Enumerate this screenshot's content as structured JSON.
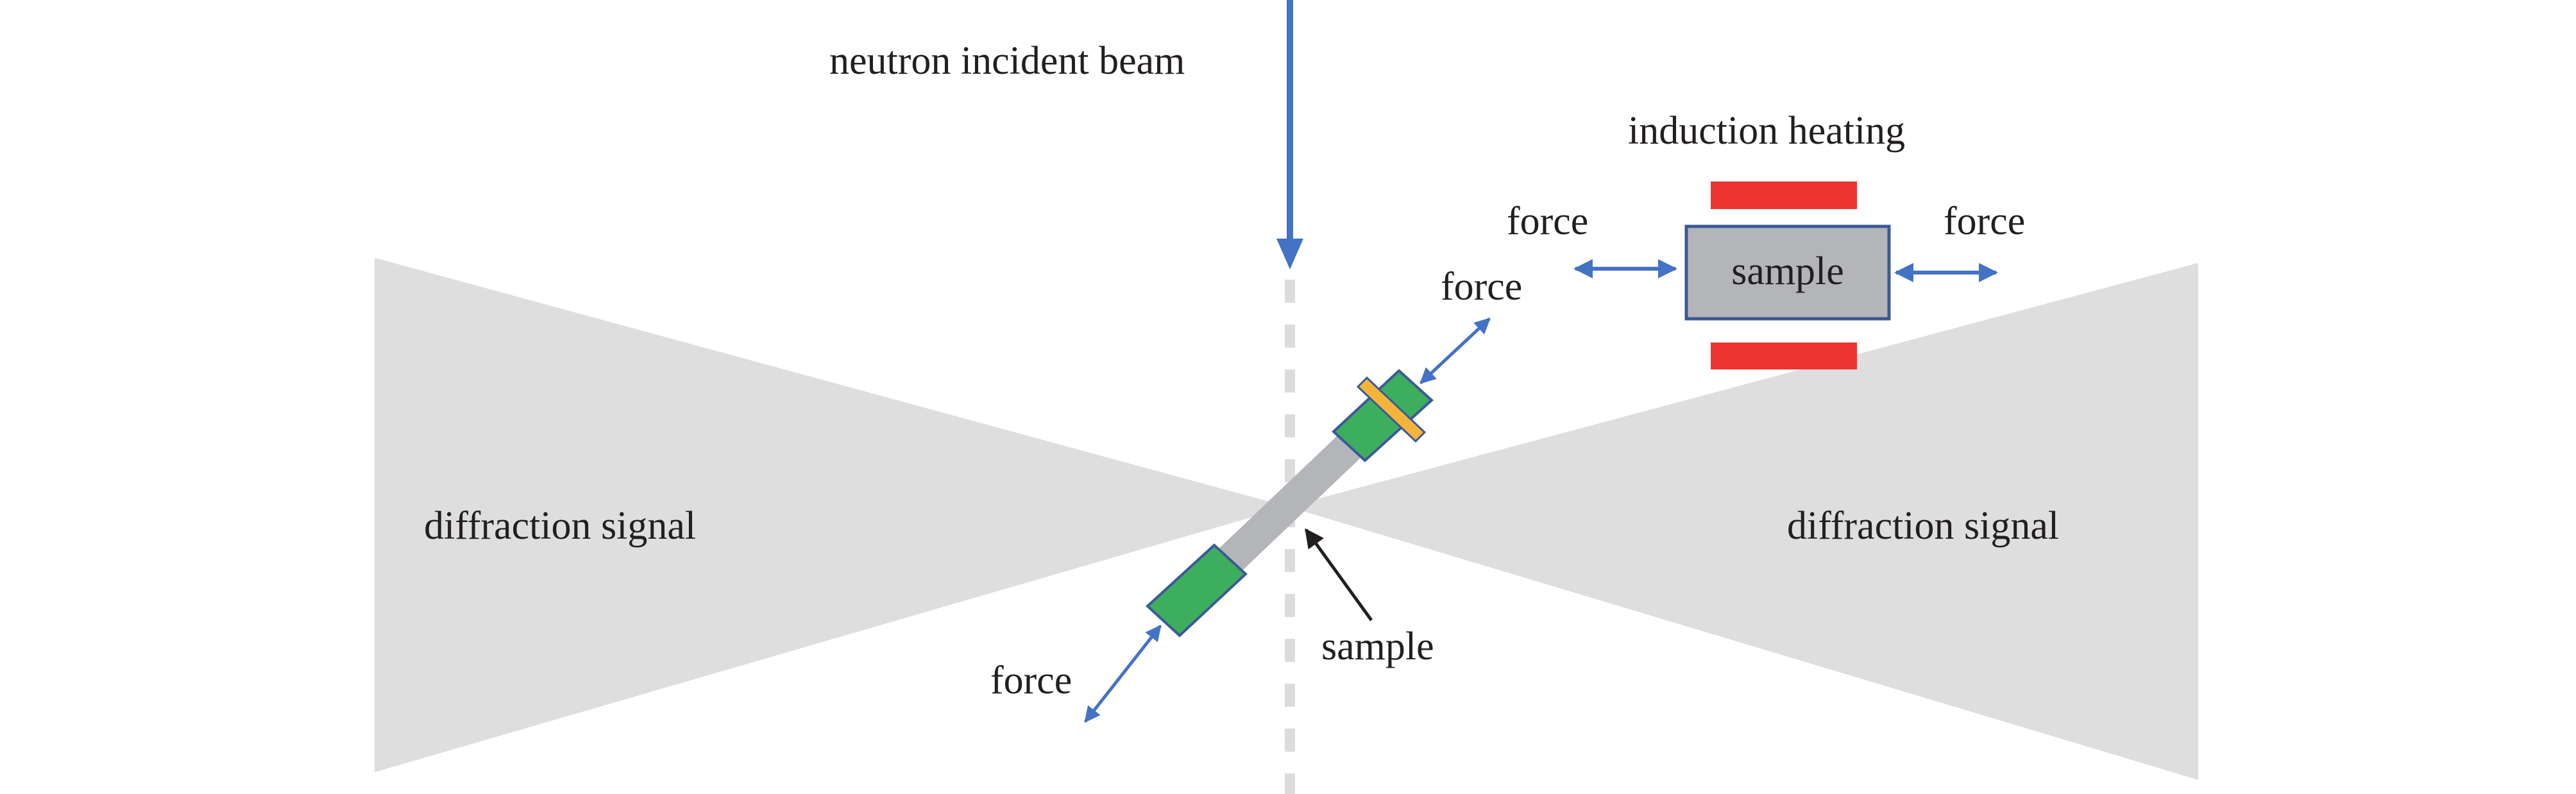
{
  "labels": {
    "incident_beam": "neutron incident beam",
    "diffraction_left": "diffraction signal",
    "diffraction_right": "diffraction signal",
    "force_upper": "force",
    "force_lower": "force",
    "sample_pointer": "sample",
    "inset_heating": "induction heating",
    "inset_force_left": "force",
    "inset_force_right": "force",
    "inset_sample": "sample"
  },
  "colors": {
    "beam": "#4472c4",
    "cone": "#dedede",
    "dash": "#dcdcdc",
    "grip": "#3dae5e",
    "grip_outline": "#3b5998",
    "collar": "#f4b43c",
    "rod": "#b4b5b8",
    "heater": "#ee3431",
    "inset_sample_fill": "#b4b5b8"
  }
}
